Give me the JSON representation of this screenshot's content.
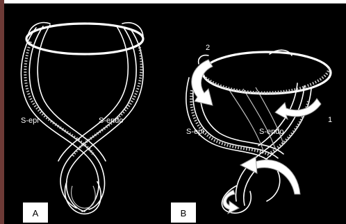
{
  "panels": [
    {
      "id": "A",
      "badge": "A",
      "labels": {
        "epi": "S-epi",
        "endo": "S-endo"
      }
    },
    {
      "id": "B",
      "badge": "B",
      "labels": {
        "epi": "S-epi",
        "endo": "S-endo"
      },
      "arrows": [
        {
          "number": "2"
        },
        {
          "number": "1"
        }
      ]
    }
  ],
  "colors": {
    "background": "#000000",
    "strands": "#ffffff",
    "border": "#6d3a36"
  }
}
